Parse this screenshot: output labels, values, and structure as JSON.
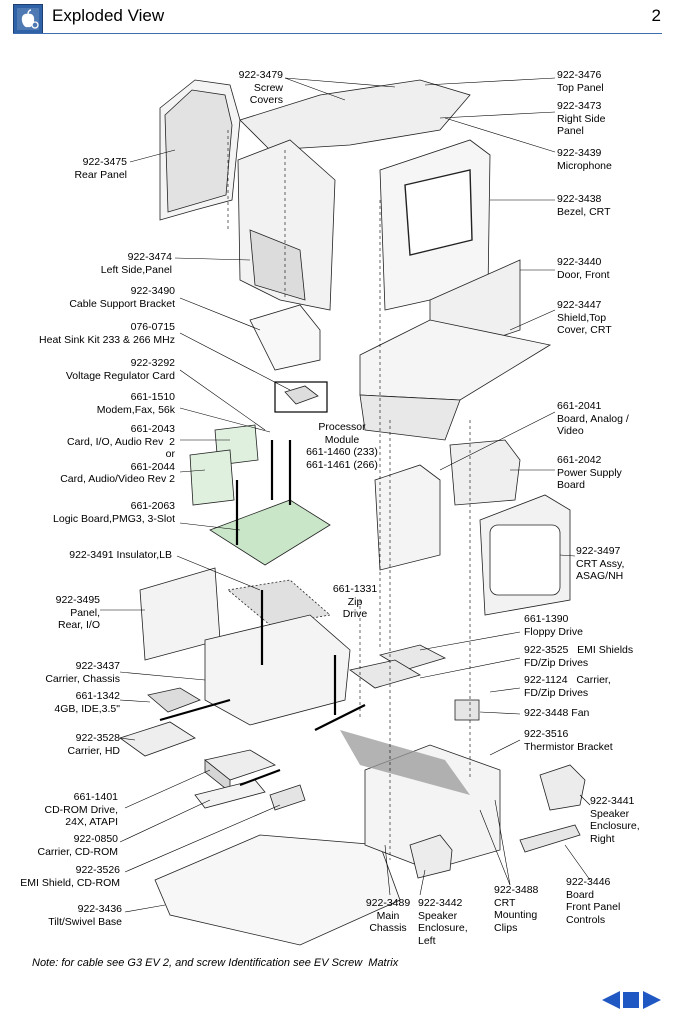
{
  "header": {
    "title": "Exploded View",
    "page_number": "2",
    "logo_icon": "apple-service-logo-icon",
    "accent_color": "#2f62a6"
  },
  "labels": {
    "screw_covers": "922-3479\nScrew\nCovers",
    "top_panel": "922-3476\nTop Panel",
    "right_side_panel": "922-3473\nRight Side\nPanel",
    "microphone": "922-3439\nMicrophone",
    "bezel_crt": "922-3438\nBezel, CRT",
    "rear_panel": "922-3475\nRear Panel",
    "left_side_panel": "922-3474\nLeft Side,Panel",
    "door_front": "922-3440\nDoor, Front",
    "cable_support_bracket": "922-3490\nCable Support Bracket",
    "shield_top_cover": "922-3447\nShield,Top\nCover, CRT",
    "heat_sink_kit": "076-0715\nHeat Sink Kit 233 & 266 MHz",
    "voltage_regulator": "922-3292\nVoltage Regulator Card",
    "board_analog_video": "661-2041\nBoard, Analog /\nVideo",
    "modem": "661-1510\nModem,Fax, 56k",
    "processor_module": "Processor\nModule\n661-1460 (233)\n661-1461 (266)",
    "card_io_audio": "661-2043\nCard, I/O, Audio Rev  2\nor\n661-2044\nCard, Audio/Video Rev 2",
    "power_supply_board": "661-2042\nPower Supply\nBoard",
    "logic_board": "661-2063\nLogic Board,PMG3, 3-Slot",
    "insulator_lb": "922-3491 Insulator,LB",
    "crt_assy": "922-3497\nCRT Assy,\nASAG/NH",
    "zip_drive": "661-1331\nZip\nDrive",
    "panel_rear_io": "922-3495\nPanel,\nRear, I/O",
    "floppy_drive": "661-1390\nFloppy Drive",
    "emi_shields_fd_zip": "922-3525   EMI Shields\nFD/Zip Drives",
    "carrier_chassis": "922-3437\nCarrier, Chassis",
    "carrier_fd_zip": "922-1124   Carrier,\nFD/Zip Drives",
    "hd_4gb": "661-1342\n4GB, IDE,3.5\"",
    "fan": "922-3448 Fan",
    "carrier_hd": "922-3528\nCarrier, HD",
    "thermistor_bracket": "922-3516\nThermistor Bracket",
    "cdrom_drive": "661-1401\nCD-ROM Drive,\n24X, ATAPI",
    "speaker_enclosure_right": "922-3441\nSpeaker\nEnclosure,\nRight",
    "carrier_cdrom": "922-0850\nCarrier, CD-ROM",
    "emi_shield_cdrom": "922-3526\nEMI Shield, CD-ROM",
    "board_front_panel": "922-3446\nBoard\nFront Panel\nControls",
    "tilt_swivel_base": "922-3436\nTilt/Swivel Base",
    "main_chassis": "922-3489\nMain\nChassis",
    "speaker_enclosure_left": "922-3442\nSpeaker\nEnclosure,\nLeft",
    "crt_mounting_clips": "922-3488\nCRT\nMounting\nClips"
  },
  "note": "Note: for cable see G3 EV 2, and screw Identification see EV Screw  Matrix",
  "navigation": {
    "previous_icon": "triangle-left-icon",
    "home_icon": "square-icon",
    "next_icon": "triangle-right-icon",
    "color": "#1f57c3"
  }
}
